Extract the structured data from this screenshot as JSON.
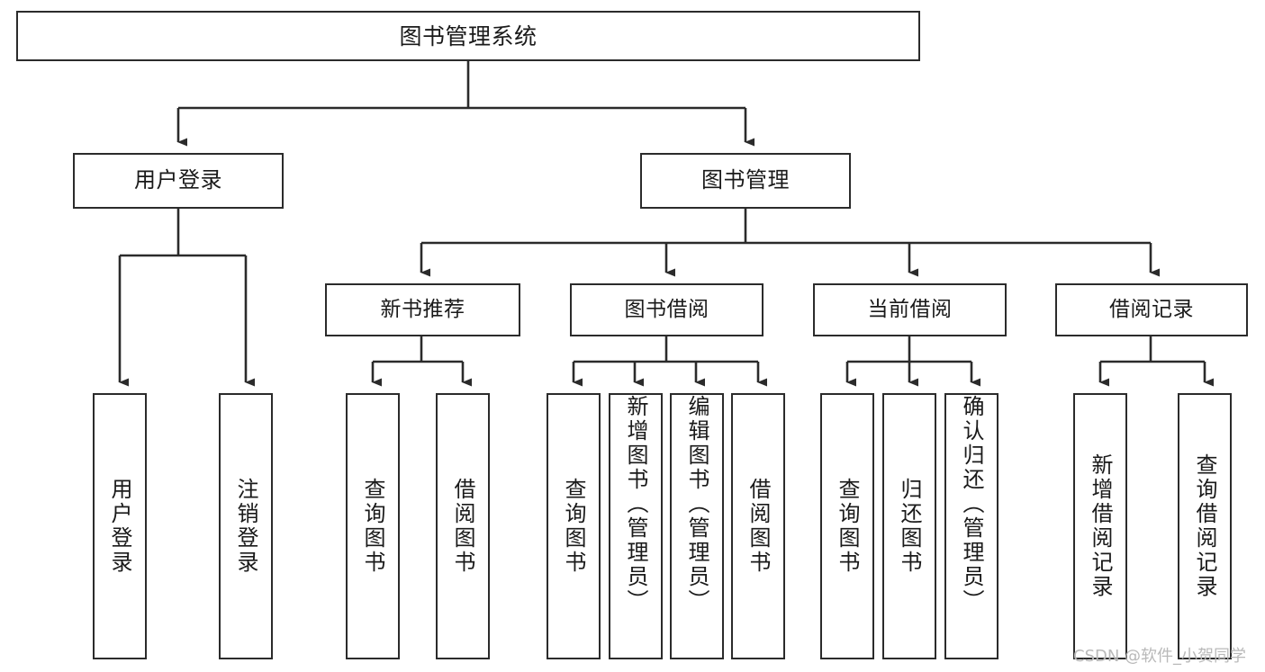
{
  "diagram": {
    "title": "图书管理系统",
    "type": "tree",
    "orientation": "top-down",
    "line_color": "#2b2b2b",
    "box_fill": "#ffffff",
    "text_color": "#1a1a1a",
    "watermark": "CSDN @软件_小贺同学"
  },
  "nodes": {
    "root": {
      "label": "图书管理系统"
    },
    "level2": [
      {
        "id": "user-login",
        "label": "用户登录"
      },
      {
        "id": "book-manage",
        "label": "图书管理"
      }
    ],
    "level3": [
      {
        "id": "new-book-recommend",
        "label": "新书推荐"
      },
      {
        "id": "book-borrow",
        "label": "图书借阅"
      },
      {
        "id": "current-borrow",
        "label": "当前借阅"
      },
      {
        "id": "borrow-record",
        "label": "借阅记录"
      }
    ],
    "leaves": [
      {
        "id": "leaf-user-login",
        "label": "用户登录",
        "parent": "user-login",
        "align": "center"
      },
      {
        "id": "leaf-logout",
        "label": "注销登录",
        "parent": "user-login",
        "align": "center"
      },
      {
        "id": "leaf-query-book-1",
        "label": "查询图书",
        "parent": "new-book-recommend",
        "align": "center"
      },
      {
        "id": "leaf-borrow-book-1",
        "label": "借阅图书",
        "parent": "new-book-recommend",
        "align": "center"
      },
      {
        "id": "leaf-query-book-2",
        "label": "查询图书",
        "parent": "book-borrow",
        "align": "center"
      },
      {
        "id": "leaf-add-book",
        "label": "新增图书（管理员）",
        "parent": "book-borrow",
        "align": "top"
      },
      {
        "id": "leaf-edit-book",
        "label": "编辑图书（管理员）",
        "parent": "book-borrow",
        "align": "top"
      },
      {
        "id": "leaf-borrow-book-2",
        "label": "借阅图书",
        "parent": "book-borrow",
        "align": "center"
      },
      {
        "id": "leaf-query-book-3",
        "label": "查询图书",
        "parent": "current-borrow",
        "align": "center"
      },
      {
        "id": "leaf-return-book",
        "label": "归还图书",
        "parent": "current-borrow",
        "align": "center"
      },
      {
        "id": "leaf-confirm-return",
        "label": "确认归还（管理员）",
        "parent": "current-borrow",
        "align": "top"
      },
      {
        "id": "leaf-add-record",
        "label": "新增借阅记录",
        "parent": "borrow-record",
        "align": "center"
      },
      {
        "id": "leaf-query-record",
        "label": "查询借阅记录",
        "parent": "borrow-record",
        "align": "center"
      }
    ]
  }
}
